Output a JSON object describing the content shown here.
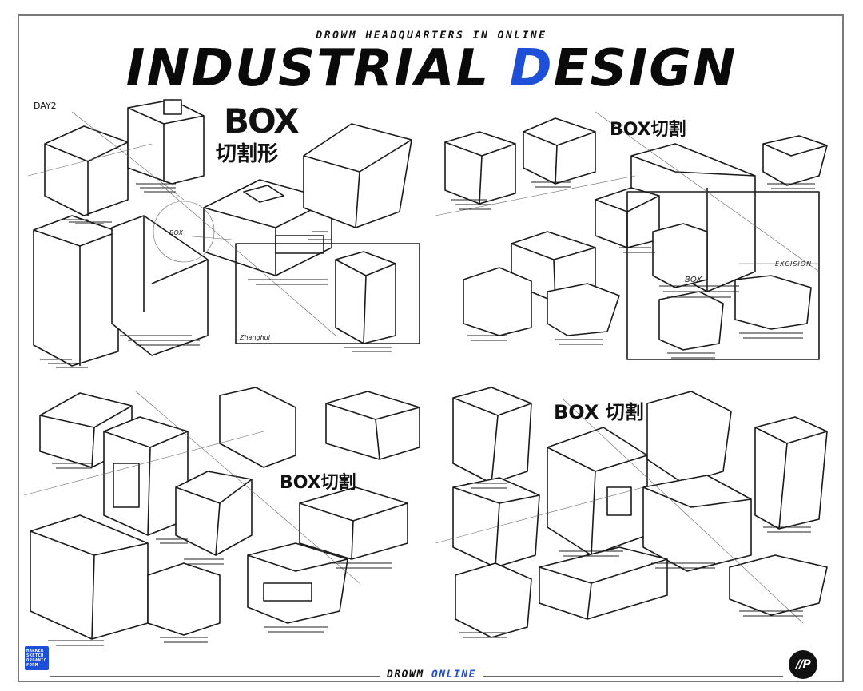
{
  "header": {
    "subtitle": "DROWM HEADQUARTERS IN ONLINE",
    "title_part1": "INDUSTRIAL ",
    "title_accent": "D",
    "title_part2": "ESIGN"
  },
  "sheets": {
    "top_left": {
      "day_label": "DAY2",
      "heading_1": "BOX",
      "heading_2": "切割形",
      "note_box": "BOX",
      "note_sign": "Zhanghui"
    },
    "top_right": {
      "heading": "BOX切割",
      "note_excision": "EXCISION",
      "note_box": "BOX"
    },
    "bottom_left": {
      "heading": "BOX切割"
    },
    "bottom_right": {
      "heading": "BOX 切割"
    }
  },
  "footer": {
    "text_1": "DROWM ",
    "text_accent": "ONLINE",
    "badge_lines": [
      "MARKER",
      "SKETCH",
      "ORGANIC",
      "FORM"
    ],
    "logo_text": "//P"
  },
  "colors": {
    "accent": "#1d4fd8",
    "ink": "#111111",
    "frame": "#7a7a7a"
  }
}
